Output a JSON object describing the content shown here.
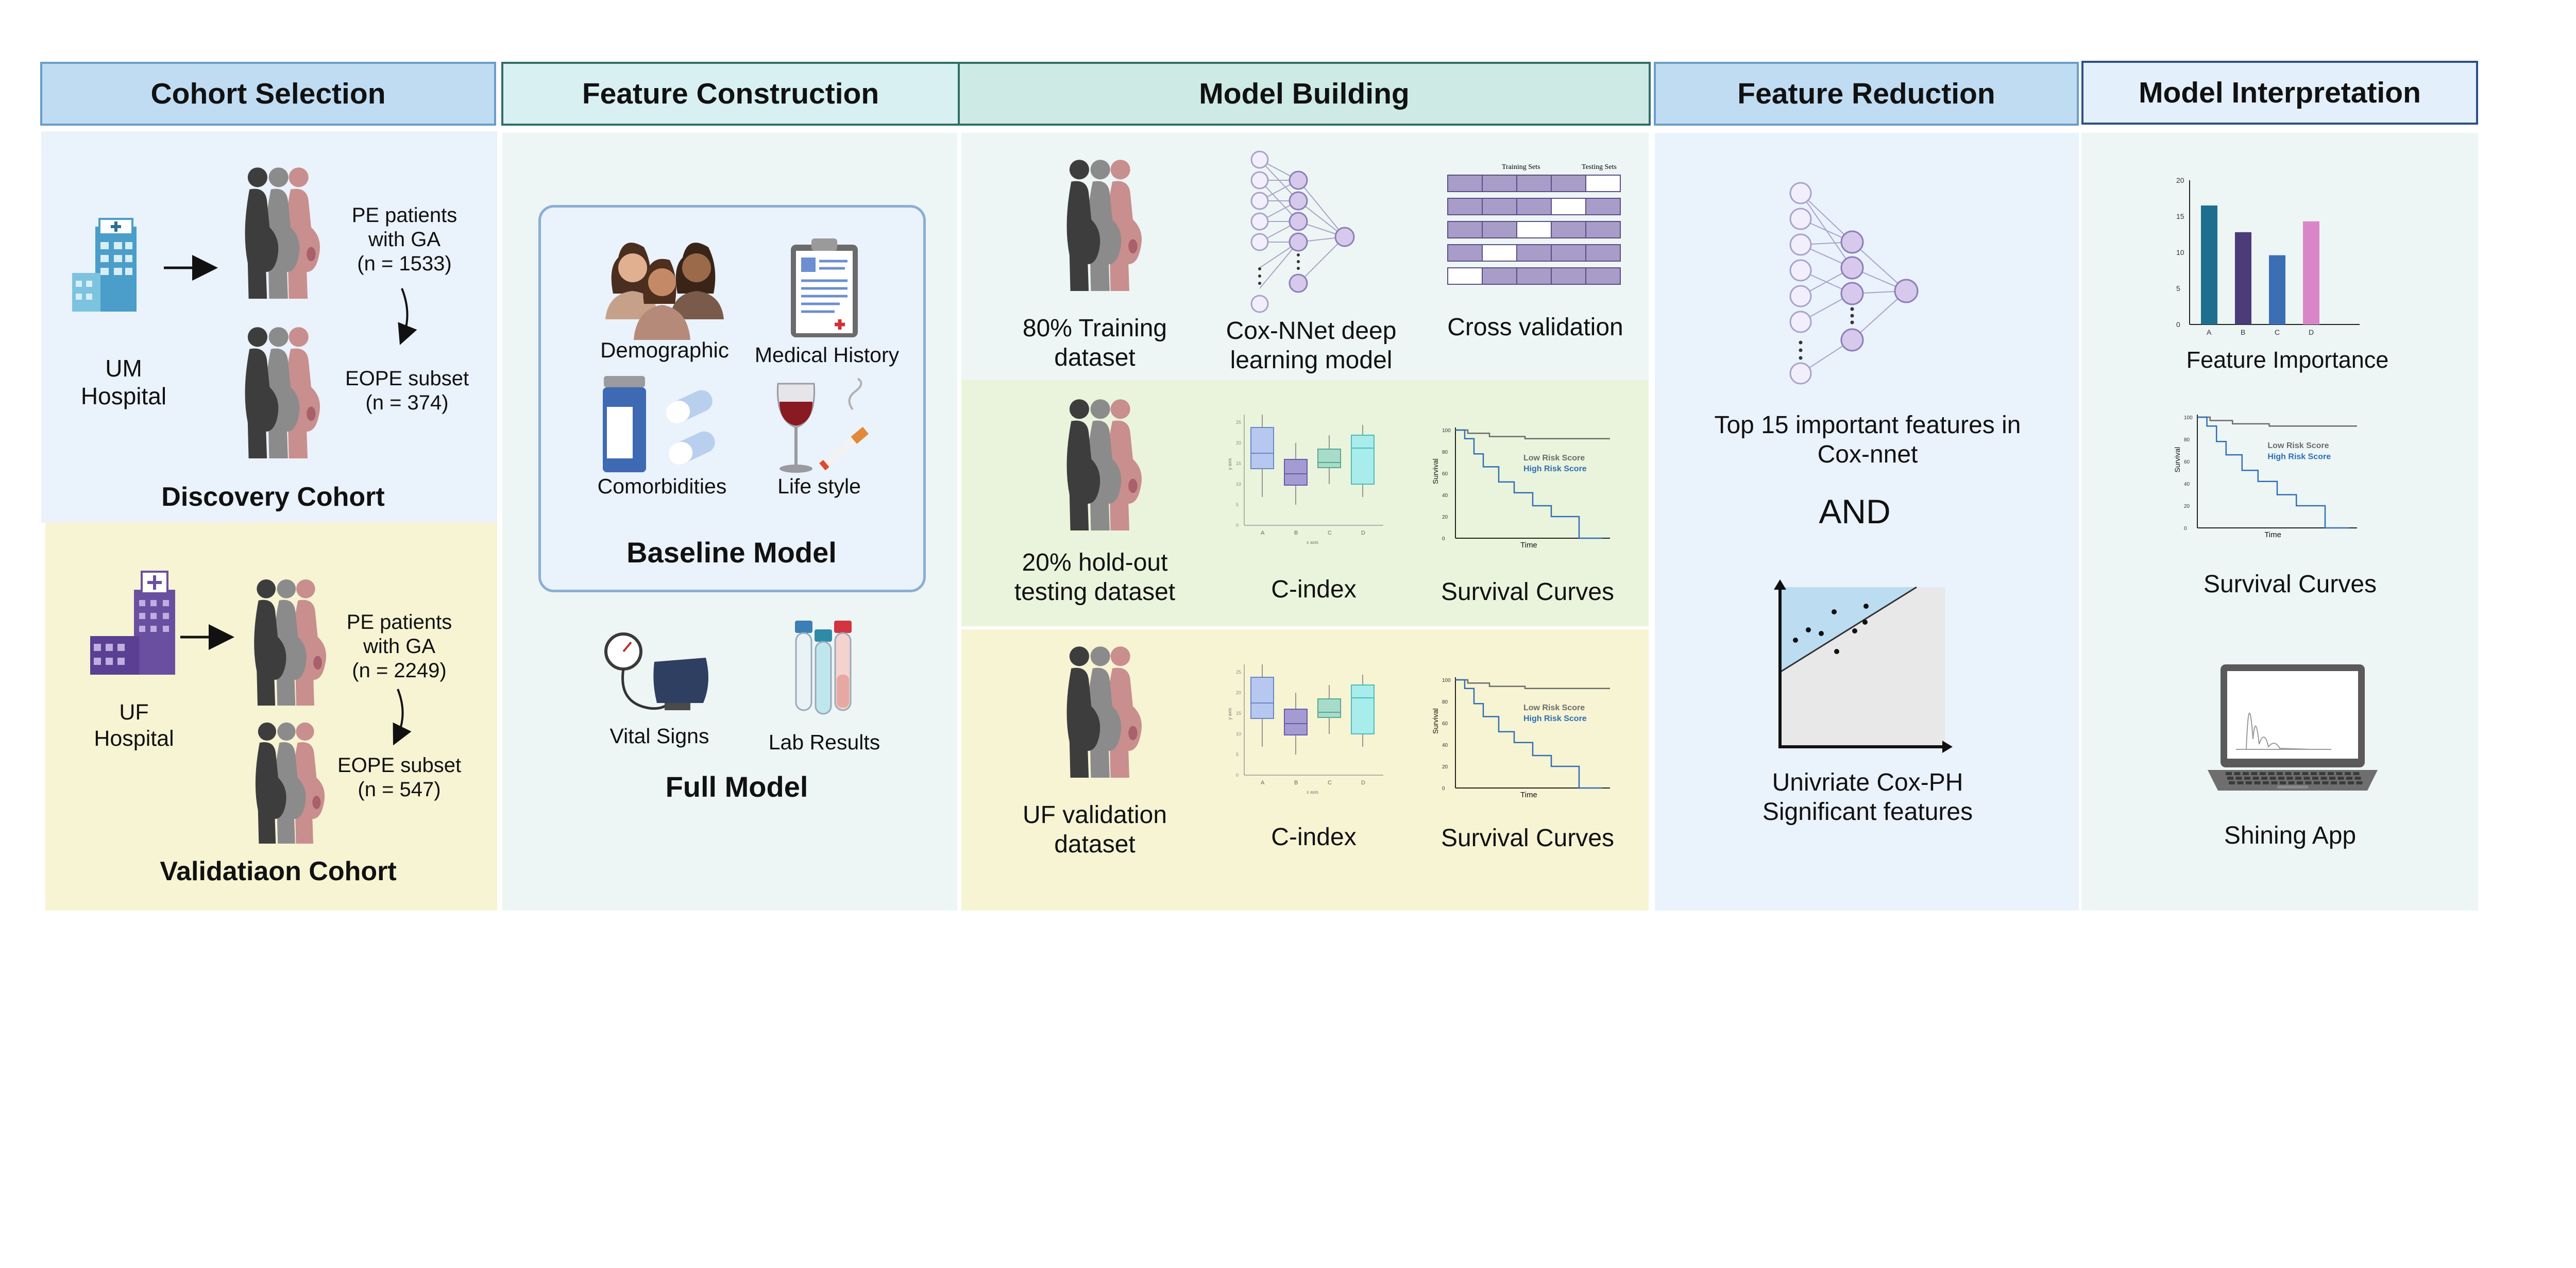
{
  "headers": {
    "cohort": "Cohort Selection",
    "feature_construction": "Feature Construction",
    "model_building": "Model Building",
    "feature_reduction": "Feature Reduction",
    "model_interpretation": "Model Interpretation"
  },
  "cohort": {
    "um_hospital": "UM\nHospital",
    "uf_hospital": "UF\nHospital",
    "pe_um": "PE patients\nwith GA\n(n = 1533)",
    "eope_um": "EOPE subset\n(n = 374)",
    "pe_uf": "PE patients\nwith GA\n(n = 2249)",
    "eope_uf": "EOPE subset\n(n = 547)",
    "discovery": "Discovery Cohort",
    "validation": "Validatiaon Cohort"
  },
  "features": {
    "demographic": "Demographic",
    "medical_history": "Medical History",
    "comorbidities": "Comorbidities",
    "life_style": "Life style",
    "baseline_model": "Baseline Model",
    "vital_signs": "Vital Signs",
    "lab_results": "Lab Results",
    "full_model": "Full Model"
  },
  "model_building": {
    "training": "80% Training\ndataset",
    "coxnnet": "Cox-NNet deep\nlearning model",
    "cross_validation": "Cross validation",
    "cv_training_sets": "Training Sets",
    "cv_testing_sets": "Testing Sets",
    "holdout": "20% hold-out\ntesting dataset",
    "uf_validation": "UF validation\ndataset",
    "cindex": "C-index",
    "survival_curves": "Survival Curves",
    "low_risk": "Low Risk Score",
    "high_risk": "High Risk Score",
    "time": "Time",
    "survival": "Survival",
    "x_axis": "x axis",
    "y_axis": "y axis",
    "box_x_ticks": [
      "A",
      "B",
      "C",
      "D"
    ],
    "y_ticks": [
      "100",
      "80",
      "60",
      "40",
      "20",
      "0"
    ]
  },
  "feature_reduction": {
    "top15": "Top 15 important features in\nCox-nnet",
    "and": "AND",
    "univariate": "Univriate Cox-PH\nSignificant features"
  },
  "interpretation": {
    "feature_importance": "Feature Importance",
    "survival_curves": "Survival Curves",
    "shining_app": "Shining App",
    "low_risk": "Low Risk Score",
    "high_risk": "High Risk Score",
    "time": "Time",
    "survival": "Survival"
  },
  "chart_data": {
    "type": "bar",
    "categories": [
      "A",
      "B",
      "C",
      "D"
    ],
    "values": [
      16.5,
      12.8,
      9.6,
      14.3
    ],
    "colors": [
      "#1e6f8e",
      "#4b3b78",
      "#3a6fb5",
      "#d986c9"
    ],
    "ylim": [
      0,
      20
    ],
    "yticks": [
      0,
      5,
      10,
      15,
      20
    ],
    "title": "Feature Importance",
    "xlabel": "",
    "ylabel": ""
  },
  "colors": {
    "header_blue": "#bfdcf2",
    "header_teal": "#cdeae8",
    "discovery_bg": "#eaf2fb",
    "validation_bg": "#f6f4d3",
    "teal_bg": "#edf6f4",
    "green_bg": "#eaf4dc",
    "high_risk": "#2f6db7",
    "low_risk": "#6b6b6b"
  }
}
